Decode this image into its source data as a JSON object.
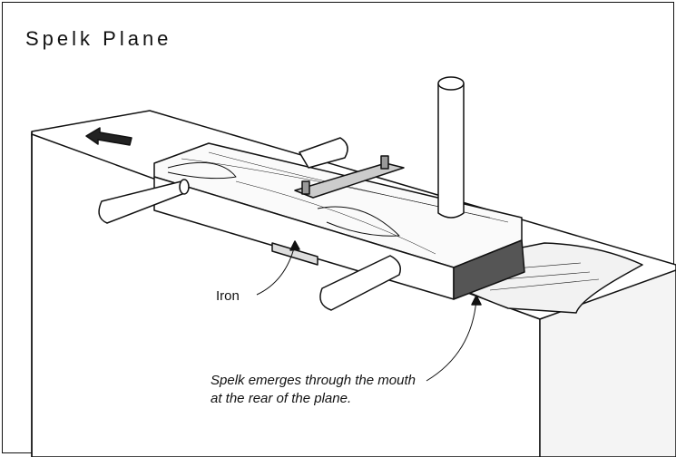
{
  "title": "Spelk Plane",
  "labels": {
    "iron": "Iron",
    "caption": "Spelk emerges through the mouth at the rear of the plane."
  }
}
